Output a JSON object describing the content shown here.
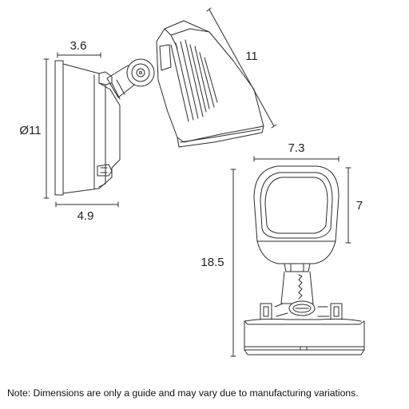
{
  "dimensions": {
    "arm_depth": "3.6",
    "head_length": "11",
    "base_diameter": "Ø11",
    "base_depth": "4.9",
    "head_width": "7.3",
    "head_height": "7",
    "overall_height": "18.5"
  },
  "note": "Note: Dimensions are only a guide and may vary due to manufacturing variations.",
  "colors": {
    "line": "#2b2b2b",
    "fill": "#ffffff",
    "text": "#222222"
  }
}
